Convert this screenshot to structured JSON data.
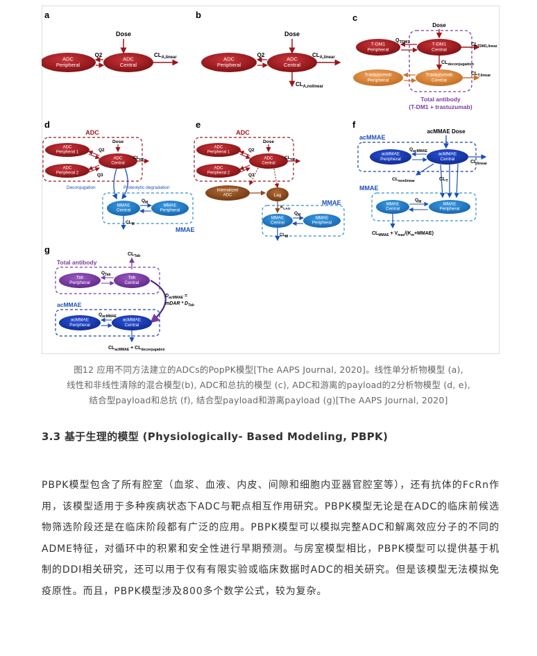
{
  "panels": {
    "a": {
      "letter": "a",
      "dose": "Dose",
      "peripheral": "ADC\nPeripheral",
      "central": "ADC\nCentral",
      "q2": "Q2",
      "cl": "CL",
      "cl_sub": "A,linear"
    },
    "b": {
      "letter": "b",
      "dose": "Dose",
      "peripheral": "ADC\nPeripheral",
      "central": "ADC\nCentral",
      "q2": "Q2",
      "cl": "CL",
      "cl_sub": "A,linear",
      "cl2": "CL",
      "cl2_sub": "A,nolinear"
    },
    "c": {
      "letter": "c",
      "dose": "Dose",
      "tdm1_peripheral": "T-DM1\nPeripheral",
      "tdm1_central": "T-DM1\nCentral",
      "tras_peripheral": "Trastuzumab\nPeripheral",
      "tras_central": "Trastuzumab\nCentral",
      "q": "Q",
      "q_sub": "TDM1",
      "cl": "CL",
      "cl_sub": "TDM1,linear",
      "cl_dec": "CL",
      "cl_dec_sub": "deconjugation",
      "cl_t": "CL",
      "cl_t_sub": "T,linear",
      "total_label": "Total antibody",
      "total_label2": "(T-DM1 + trastuzumab)"
    },
    "d": {
      "letter": "d",
      "group_adc": "ADC",
      "dose": "Dose",
      "periph1": "ADC\nPeripheral 1",
      "periph2": "ADC\nPeripheral 2",
      "central": "ADC\nCentral",
      "q2": "Q2",
      "q3": "Q3",
      "cl": "CL",
      "cl_sub": "tot",
      "deconj": "Deconjugation",
      "proteolytic": "Proteolytic degradation",
      "mmae_central": "MMAE\nCentral",
      "mmae_periph": "MMAE\nPeripheral",
      "qm": "Q",
      "qm_sub": "M",
      "clm": "CL",
      "clm_sub": "M",
      "group_mmae": "MMAE"
    },
    "e": {
      "letter": "e",
      "group_adc": "ADC",
      "dose": "Dose",
      "periph1": "ADC\nPeripheral 1",
      "periph2": "ADC\nPeripheral 2",
      "central": "ADC\nCentral",
      "q2": "Q2",
      "q3": "Q3",
      "cl": "CL",
      "cl_sub": "tot",
      "internalized": "Internalized\nADC",
      "lag": "Lag",
      "klag": "K",
      "klag_sub": "LAG",
      "mmae_central": "MMAE\nCentral",
      "mmae_periph": "MMAE\nPeripheral",
      "qm": "Q",
      "qm_sub": "M",
      "clm": "CL",
      "clm_sub": "M",
      "group_mmae": "MMAE"
    },
    "f": {
      "letter": "f",
      "dose": "acMMAE Dose",
      "group_ac": "acMMAE",
      "ac_periph": "acMMAE\nPeripheral",
      "ac_central": "acMMAE\nCentral",
      "q_ac": "Q",
      "q_ac_sub": "acMMAE",
      "cl_lin": "CL",
      "cl_lin_sub": "linear",
      "cl_nonlin": "CL",
      "cl_nonlin_sub": "nonlinear",
      "cl_t": "CL",
      "cl_t_sub": "T",
      "group_mmae": "MMAE",
      "mmae_central": "MMAE\nCentral",
      "mmae_periph": "MMAE\nPeripheral",
      "qm": "Q",
      "qm_sub": "M",
      "formula_cl": "CL",
      "formula_cl_sub": "MMAE",
      "formula_rest": " + V",
      "formula_vmax_sub": "max",
      "formula_mid": "/(K",
      "formula_km_sub": "m",
      "formula_end": "+MMAE)"
    },
    "g": {
      "letter": "g",
      "cltab": "CL",
      "cltab_sub": "Tab",
      "group_total": "Total antibody",
      "tab_periph": "Tab\nPeripheral",
      "tab_central": "Tab\nCentral",
      "q_tab": "Q",
      "q_tab_sub": "Tab",
      "d_label1": "D",
      "d_label1_sub": "acMMAE",
      "d_label1_eq": " =",
      "d_label2": "mDAR * D",
      "d_label2_sub": "Tab",
      "group_ac": "acMMAE",
      "ac_periph": "acMMAE\nPeripheral",
      "ac_central": "acMMAE\nCentral",
      "q_ac": "Q",
      "q_ac_sub": "acMMAE",
      "cl_bottom": "CL",
      "cl_bottom_sub": "acMMAE",
      "cl_bottom_plus": " + CL",
      "cl_bottom_sub2": "deconjugation"
    }
  },
  "caption": {
    "line1": "图12 应用不同方法建立的ADCs的PopPK模型[The AAPS Journal, 2020]。线性单分析物模型 (a),",
    "line2": "线性和非线性清除的混合模型(b), ADC和总抗的模型 (c), ADC和游离的payload的2分析物模型 (d, e),",
    "line3": "结合型payload和总抗 (f), 结合型payload和游离payload (g)[The AAPS Journal, 2020]"
  },
  "heading": "3.3 基于生理的模型 (Physiologically- Based Modeling, PBPK)",
  "paragraph": "PBPK模型包含了所有腔室（血浆、血液、内皮、间隙和细胞内亚器官腔室等），还有抗体的FcRn作用，该模型适用于多种疾病状态下ADC与靶点相互作用研究。PBPK模型无论是在ADC的临床前候选物筛选阶段还是在临床阶段都有广泛的应用。PBPK模型可以模拟完整ADC和解离效应分子的不同的ADME特征，对循环中的积累和安全性进行早期预测。与房室模型相比，PBPK模型可以提供基于机制的DDI相关研究，还可以用于仅有有限实验或临床数据时ADC的相关研究。但是该模型无法模拟免疫原性。而且，PBPK模型涉及800多个数学公式，较为复杂。",
  "colors": {
    "dark_red": "#9b1419",
    "orange": "#c9742c",
    "brown": "#8a4a1c",
    "blue": "#1a4fb8",
    "purple": "#7b3aa0",
    "cyan_dash": "#2f8fc7"
  }
}
